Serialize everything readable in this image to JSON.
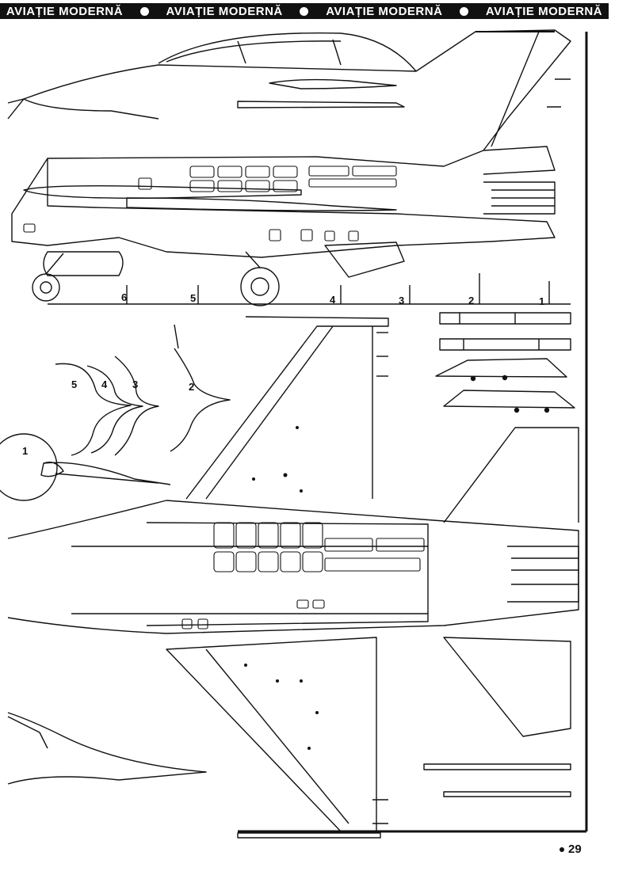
{
  "header": {
    "banner_text": "AVIAȚIE MODERNĂ",
    "repeat_count": 4
  },
  "side_view": {
    "section_labels": [
      "6",
      "5",
      "4",
      "3",
      "2",
      "1"
    ]
  },
  "cross_sections": {
    "labels": [
      "5",
      "4",
      "3",
      "2",
      "1"
    ]
  },
  "footer": {
    "page_number": "29"
  },
  "colors": {
    "ink": "#111111",
    "paper": "#ffffff"
  }
}
